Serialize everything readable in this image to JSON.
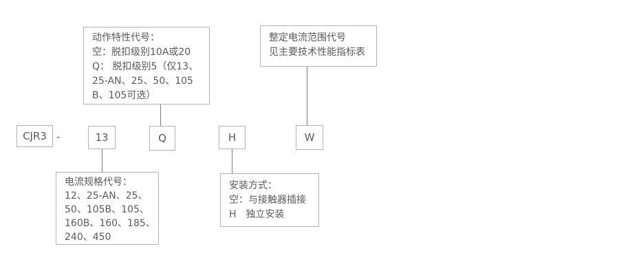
{
  "colors": {
    "background": "#ffffff",
    "box_border": "#b3b3b3",
    "connector_line": "#7a7a7a",
    "text": "#5a5a5a"
  },
  "model_code": {
    "prefix": "CJR3",
    "separator": "-",
    "current_spec_code": "13",
    "action_code": "Q",
    "mounting_code": "H",
    "setting_range_code": "W"
  },
  "callouts": {
    "action": {
      "lines": {
        "0": "动作特性代号：",
        "1": "空：脱扣级别10A或20",
        "2": "Q： 脱扣级别5（仅13、",
        "3": "25-AN、25、50、105",
        "4": "B、105可选）"
      }
    },
    "setting_range": {
      "lines": {
        "0": "整定电流范围代号",
        "1": "见主要技术性能指标表"
      }
    },
    "current_spec": {
      "lines": {
        "0": "电流规格代号：",
        "1": "12、25-AN、25、",
        "2": "50、105B、105、",
        "3": "160B、160、185、",
        "4": "240、450"
      }
    },
    "mounting": {
      "lines": {
        "0": "安装方式：",
        "1": "空：与接触器插接",
        "2": "H　独立安装"
      }
    }
  }
}
